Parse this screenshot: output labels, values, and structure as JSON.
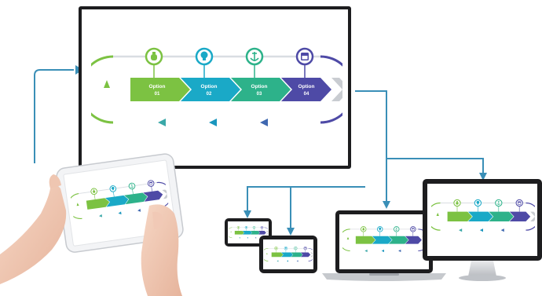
{
  "slide": {
    "options": [
      {
        "label": "Option",
        "number": "01",
        "icon": "money-bag-icon"
      },
      {
        "label": "Option",
        "number": "02",
        "icon": "lightbulb-icon"
      },
      {
        "label": "Option",
        "number": "03",
        "icon": "anchor-icon"
      },
      {
        "label": "Option",
        "number": "04",
        "icon": "calendar-icon"
      }
    ]
  },
  "colors": {
    "green": "#7cc242",
    "teal": "#1aa9c7",
    "emerald": "#2db28a",
    "indigo": "#4e4aa6",
    "frame": "#1d1d1f",
    "connector": "#3a8fb7"
  }
}
